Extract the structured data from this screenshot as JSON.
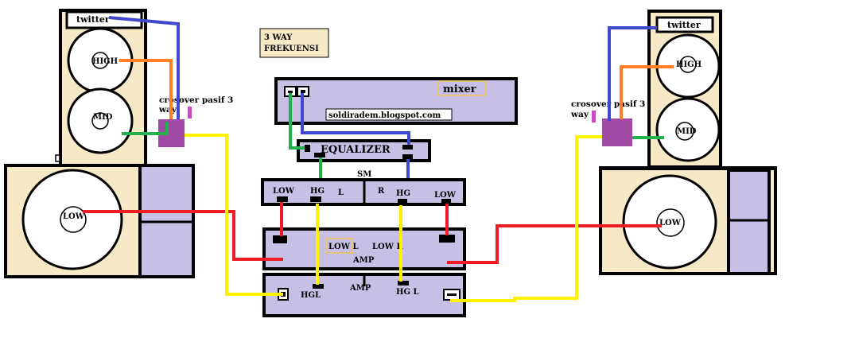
{
  "title": {
    "line1": "3 WAY",
    "line2": "FREKUENSI"
  },
  "mixer": {
    "label": "mixer",
    "blog": "soldiradem.blogspot.com"
  },
  "equalizer": {
    "label": "EQUALIZER"
  },
  "splitter": {
    "sm": "SM",
    "low_left": "LOW",
    "hg_left": "HG",
    "l": "L",
    "r": "R",
    "hg_right": "HG",
    "low_right": "LOW"
  },
  "amp_low": {
    "low_l": "LOW L",
    "low_r": "LOW R",
    "amp": "AMP"
  },
  "amp_high": {
    "amp": "AMP",
    "hgl": "HGL",
    "hg_l": "HG L"
  },
  "speaker_left": {
    "tweeter": "twitter",
    "high": "HIGH",
    "mid": "MID",
    "low": "LOW",
    "crossover_line1": "crosover pasif 3",
    "crossover_line2": "way"
  },
  "speaker_right": {
    "tweeter": "twitter",
    "high": "HIGH",
    "mid": "MID",
    "low": "LOW",
    "crossover_line1": "crosover pasif 3",
    "crossover_line2": "way"
  },
  "colors": {
    "cabinet": "#f6e9c5",
    "panel": "#c8c0e4",
    "crossover": "#a14aa6",
    "red": "#ee1c24",
    "yellow": "#fff200",
    "blue": "#3f48cc",
    "green": "#22b14c",
    "orange": "#ff7f27",
    "magenta": "#c44dc4",
    "title_box": "#f6e9c5",
    "label_box": "#ffc90e"
  }
}
